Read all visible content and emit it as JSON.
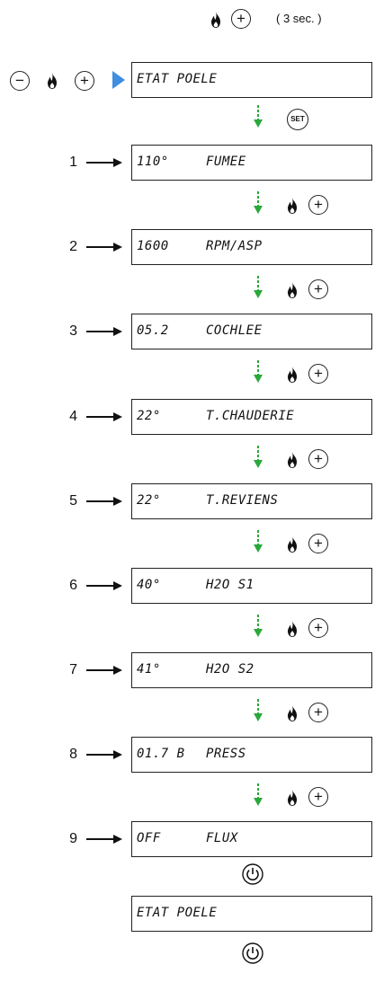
{
  "top_combo": {
    "hold_note": "( 3 sec. )",
    "plus": "+"
  },
  "entry": {
    "minus": "−",
    "plus": "+",
    "title": "ETAT POELE"
  },
  "set_button": "SET",
  "step_plus": "+",
  "rows": [
    {
      "num": "1",
      "value": "110°",
      "label": "FUMEE"
    },
    {
      "num": "2",
      "value": "1600",
      "label": "RPM/ASP"
    },
    {
      "num": "3",
      "value": "05.2",
      "label": "COCHLEE"
    },
    {
      "num": "4",
      "value": "22°",
      "label": "T.CHAUDERIE"
    },
    {
      "num": "5",
      "value": "22°",
      "label": "T.REVIENS"
    },
    {
      "num": "6",
      "value": "40°",
      "label": "H2O S1"
    },
    {
      "num": "7",
      "value": "41°",
      "label": "H2O S2"
    },
    {
      "num": "8",
      "value": "01.7 B",
      "label": "PRESS"
    },
    {
      "num": "9",
      "value": "OFF",
      "label": "FLUX"
    }
  ],
  "final_screen": "ETAT POELE",
  "colors": {
    "arrow_green": "#2aa83a",
    "pointer_blue": "#3f8ee0",
    "ink": "#111111"
  },
  "icons": [
    "flame-icon",
    "plus-button",
    "minus-button",
    "set-button",
    "power-icon",
    "dashed-down-arrow",
    "right-arrow"
  ]
}
